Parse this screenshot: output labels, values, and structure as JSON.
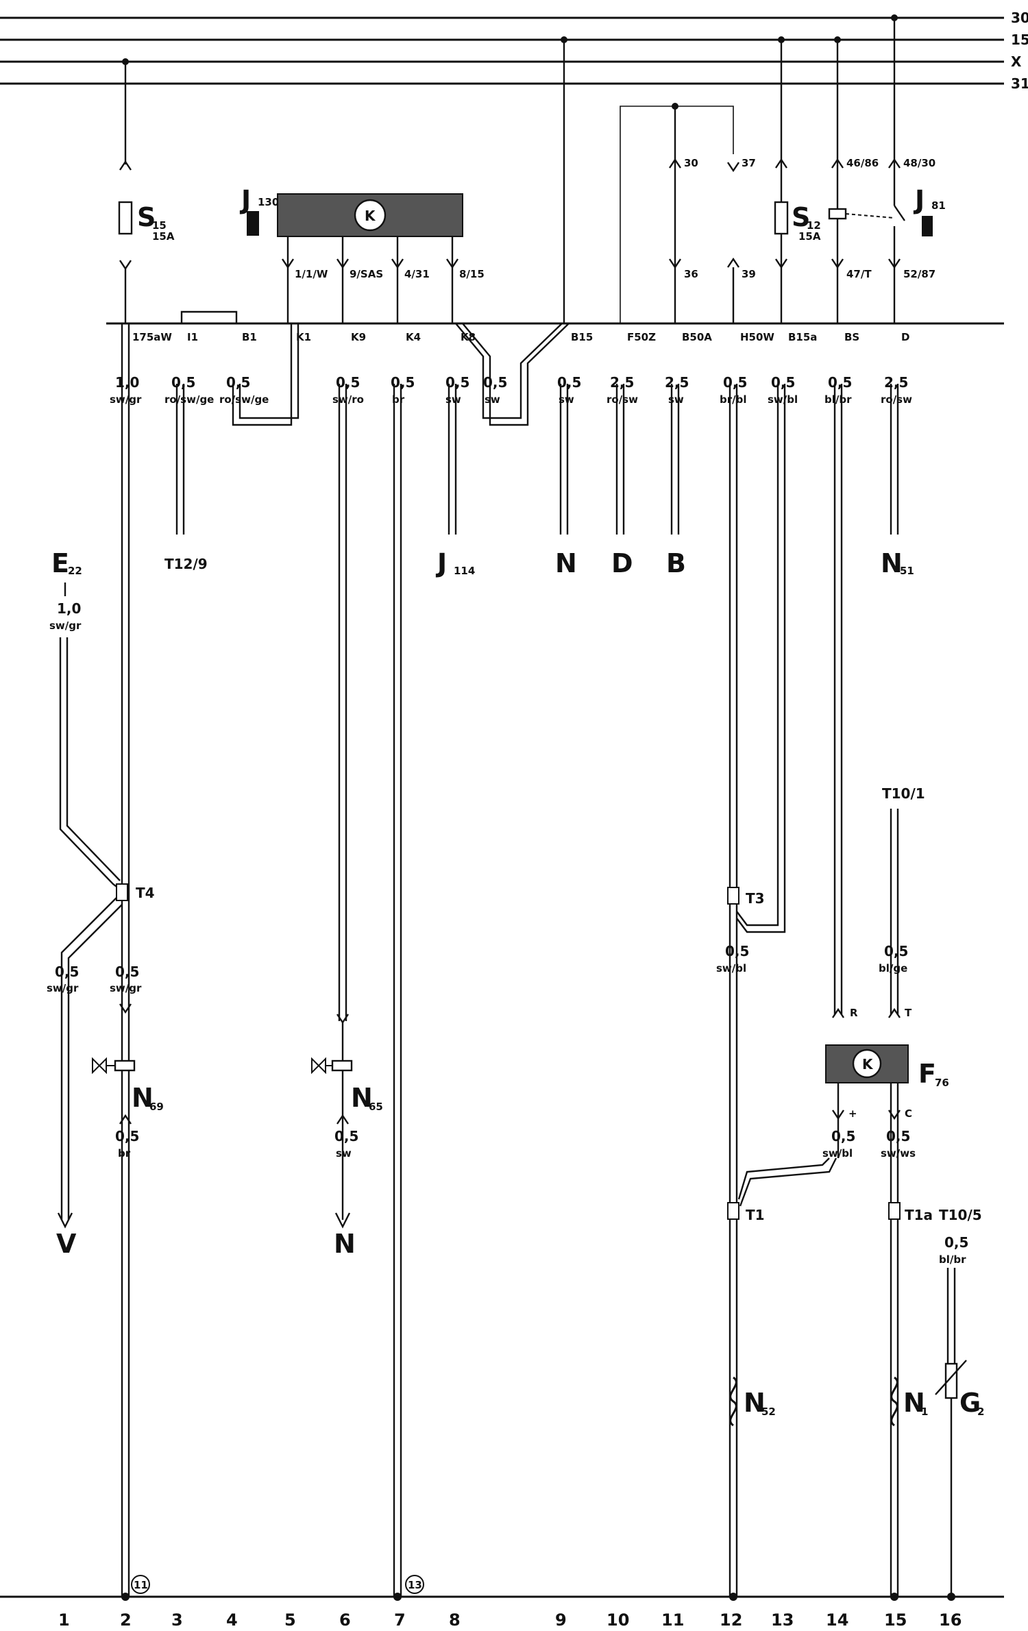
{
  "rails": [
    "30",
    "15",
    "X",
    "31"
  ],
  "fuses": {
    "s15": {
      "name": "S",
      "sub": "15",
      "rating": "15A"
    },
    "s12": {
      "name": "S",
      "sub": "12",
      "rating": "15A"
    }
  },
  "relays": {
    "j130": {
      "name": "J",
      "sub": "130",
      "mark": "K"
    },
    "j81": {
      "name": "J",
      "sub": "81"
    },
    "f76": {
      "name": "F",
      "sub": "76",
      "mark": "K"
    }
  },
  "j130_pins": [
    "1/1/W",
    "9/SAS",
    "4/31",
    "8/15"
  ],
  "upper_pins": [
    "30",
    "36",
    "37",
    "39",
    "46/86",
    "47/T",
    "48/30",
    "52/87"
  ],
  "terminals": [
    "175aW",
    "I1",
    "B1",
    "K1",
    "K9",
    "K4",
    "K8",
    "B15",
    "F50Z",
    "B50A",
    "H50W",
    "B15a",
    "BS",
    "D"
  ],
  "wires_top": [
    {
      "size": "1,0",
      "color": "sw/gr"
    },
    {
      "size": "0,5",
      "color": "ro/sw/ge"
    },
    {
      "size": "0,5",
      "color": "ro/sw/ge"
    },
    {
      "size": "0,5",
      "color": "sw/ro"
    },
    {
      "size": "0,5",
      "color": "br"
    },
    {
      "size": "0,5",
      "color": "sw"
    },
    {
      "size": "0,5",
      "color": "sw"
    },
    {
      "size": "0,5",
      "color": "sw"
    },
    {
      "size": "2,5",
      "color": "ro/sw"
    },
    {
      "size": "2,5",
      "color": "sw"
    },
    {
      "size": "0,5",
      "color": "br/bl"
    },
    {
      "size": "0,5",
      "color": "sw/bl"
    },
    {
      "size": "0,5",
      "color": "bl/br"
    },
    {
      "size": "2,5",
      "color": "ro/sw"
    }
  ],
  "destinations": {
    "t12": "T12/9",
    "j114": {
      "name": "J",
      "sub": "114"
    },
    "n": "N",
    "d": "D",
    "b": "B",
    "n51": {
      "name": "N",
      "sub": "51"
    }
  },
  "e22": {
    "name": "E",
    "sub": "22",
    "size": "1,0",
    "color": "sw/gr"
  },
  "connectors": {
    "t4": "T4",
    "t3": "T3",
    "t1": "T1",
    "t1a": "T1a",
    "t10_1": "T10/1",
    "t10_5": "T10/5"
  },
  "lower_wires": {
    "e22_out": {
      "size": "0,5",
      "color": "sw/gr"
    },
    "n69_in": {
      "size": "0,5",
      "color": "sw/gr"
    },
    "n69_out": {
      "size": "0,5",
      "color": "br"
    },
    "n65_out": {
      "size": "0,5",
      "color": "sw"
    },
    "t3_out": {
      "size": "0,5",
      "color": "sw/bl"
    },
    "t10_1_wire": {
      "size": "0,5",
      "color": "bl/ge"
    },
    "f76_plus": {
      "size": "0,5",
      "color": "sw/bl"
    },
    "f76_c": {
      "size": "0,5",
      "color": "sw/ws"
    },
    "g2_wire": {
      "size": "0,5",
      "color": "bl/br"
    }
  },
  "f76_pins": {
    "r": "R",
    "t": "T",
    "plus": "+",
    "c": "C"
  },
  "components": {
    "n69": {
      "name": "N",
      "sub": "69"
    },
    "n65": {
      "name": "N",
      "sub": "65"
    },
    "n52": {
      "name": "N",
      "sub": "52"
    },
    "n1": {
      "name": "N",
      "sub": "1"
    },
    "g2": {
      "name": "G",
      "sub": "2"
    }
  },
  "arrows": {
    "v": "V",
    "n": "N"
  },
  "ground_refs": [
    "11",
    "13"
  ],
  "track_numbers": [
    "1",
    "2",
    "3",
    "4",
    "5",
    "6",
    "7",
    "8",
    "9",
    "10",
    "11",
    "12",
    "13",
    "14",
    "15",
    "16"
  ]
}
